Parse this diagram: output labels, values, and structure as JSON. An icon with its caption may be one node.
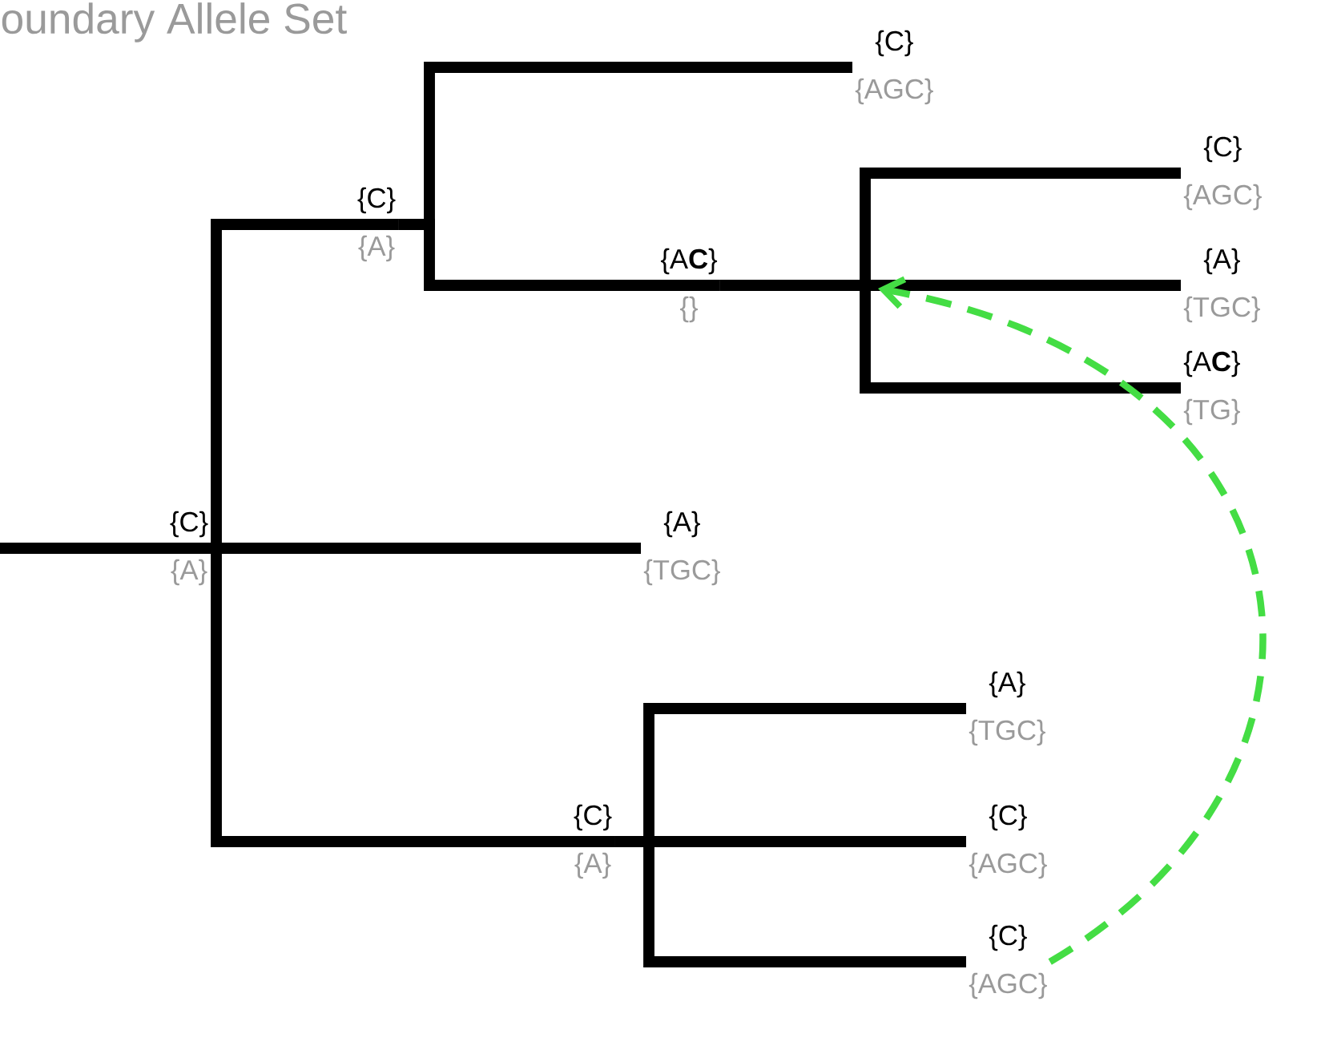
{
  "diagram": {
    "title": "oundary Allele Set",
    "nodes": [
      {
        "text": [
          "{C}",
          "{AGC}"
        ]
      },
      {
        "text": [
          "{C}",
          "{AGC}"
        ]
      },
      {
        "text": [
          "{C}",
          "{A}"
        ]
      },
      {
        "text": [
          "{A**C**}",
          "{}"
        ]
      },
      {
        "text": [
          "{A}",
          "{TGC}"
        ]
      },
      {
        "text": [
          "{A**C**}",
          "{TG}"
        ]
      },
      {
        "text": [
          "{C}",
          "{A}"
        ]
      },
      {
        "text": [
          "{A}",
          "{TGC}"
        ]
      },
      {
        "text": [
          "{A}",
          "{TGC}"
        ]
      },
      {
        "text": [
          "{C}",
          "{A}"
        ]
      },
      {
        "text": [
          "{C}",
          "{AGC}"
        ]
      },
      {
        "text": [
          "{C}",
          "{AGC}"
        ]
      }
    ],
    "edges": [
      {
        "from": null,
        "to": 6,
        "arrow": "none"
      },
      {
        "from": 6,
        "to": 2,
        "arrow": "none"
      },
      {
        "from": 6,
        "to": 7,
        "arrow": "none"
      },
      {
        "from": 6,
        "to": 9,
        "arrow": "none"
      },
      {
        "from": 2,
        "to": 0,
        "arrow": "none"
      },
      {
        "from": 2,
        "to": 3,
        "arrow": "none"
      },
      {
        "from": 3,
        "to": 1,
        "arrow": "none"
      },
      {
        "from": 3,
        "to": 4,
        "arrow": "none"
      },
      {
        "from": 3,
        "to": 5,
        "arrow": "none"
      },
      {
        "from": 9,
        "to": 8,
        "arrow": "none"
      },
      {
        "from": 9,
        "to": 10,
        "arrow": "none"
      },
      {
        "from": 9,
        "to": 11,
        "arrow": "none"
      },
      {
        "from": 11,
        "to": null,
        "arrow": "to",
        "style": "dashed",
        "color": "#44dd44"
      }
    ]
  }
}
